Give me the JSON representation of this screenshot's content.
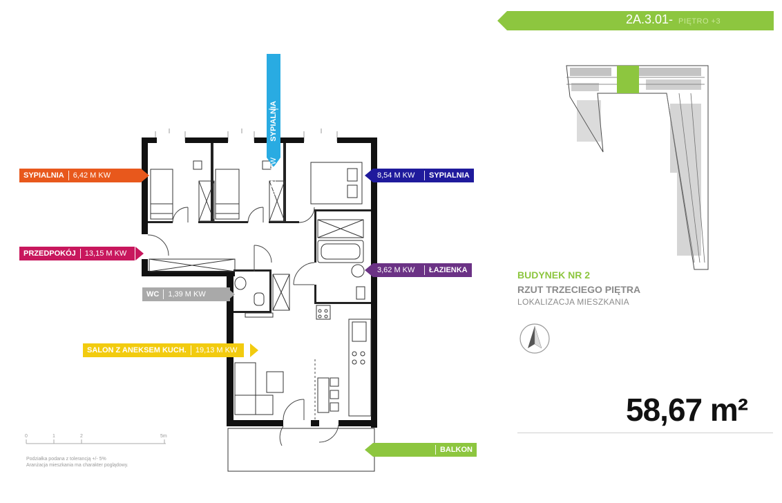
{
  "header": {
    "unit_code": "2A.3.01-",
    "floor_label": "PIĘTRO +3",
    "accent_color": "#8dc63f"
  },
  "rooms": {
    "bedroom_top": {
      "name": "SYPIALNIA",
      "area": "6,42 M KW",
      "color": "#29abe2"
    },
    "bedroom_left": {
      "name": "SYPIALNIA",
      "area": "6,42 M KW",
      "color": "#e8581c"
    },
    "bedroom_right": {
      "name": "SYPIALNIA",
      "area": "8,54 M KW",
      "color": "#1f1a9c"
    },
    "hallway": {
      "name": "PRZEDPOKÓJ",
      "area": "13,15 M KW",
      "color": "#c8175d"
    },
    "bathroom": {
      "name": "ŁAZIENKA",
      "area": "3,62 M KW",
      "color": "#6b3285"
    },
    "wc": {
      "name": "WC",
      "area": "1,39 M KW",
      "color": "#a9a9a9"
    },
    "living": {
      "name": "SALON Z ANEKSEM KUCH.",
      "area": "19,13 M KW",
      "color": "#f2cb0f"
    },
    "balcony": {
      "name": "BALKON",
      "color": "#8dc63f"
    }
  },
  "building": {
    "title": "BUDYNEK NR 2",
    "subtitle": "RZUT TRZECIEGO PIĘTRA",
    "caption": "LOKALIZACJA MIESZKANIA"
  },
  "total_area": "58,67 m²",
  "scale": {
    "ticks": [
      "0",
      "1",
      "2",
      "5m"
    ],
    "note_line1": "Podziałka podana z tolerancją +/- 5%",
    "note_line2": "Aranżacja mieszkania ma charakter poglądowy."
  },
  "icons": {
    "north": "north-arrow-icon"
  }
}
